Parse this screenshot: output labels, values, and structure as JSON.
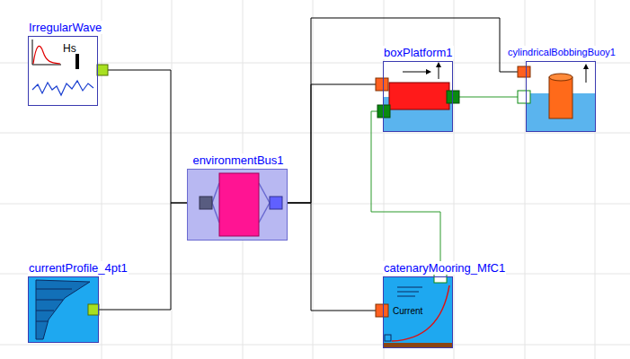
{
  "diagram": {
    "nodes": [
      {
        "text": [
          "IrregularWave",
          "Hs"
        ]
      },
      {
        "text": [
          "currentProfile_4pt1"
        ]
      },
      {
        "text": [
          "environmentBus1"
        ]
      },
      {
        "text": [
          "boxPlatform1"
        ]
      },
      {
        "text": [
          "cylindricalBobbingBuoy1"
        ]
      },
      {
        "text": [
          "catenaryMooring_MfC1",
          "Current"
        ]
      }
    ],
    "edges": [
      {
        "from": 0,
        "to": 2,
        "arrow": "none"
      },
      {
        "from": 1,
        "to": 2,
        "arrow": "none"
      },
      {
        "from": 2,
        "to": 3,
        "arrow": "none"
      },
      {
        "from": 2,
        "to": 4,
        "arrow": "none"
      },
      {
        "from": 2,
        "to": 5,
        "arrow": "none"
      },
      {
        "from": 3,
        "to": 4,
        "arrow": "none"
      },
      {
        "from": 3,
        "to": 5,
        "arrow": "none"
      }
    ]
  }
}
